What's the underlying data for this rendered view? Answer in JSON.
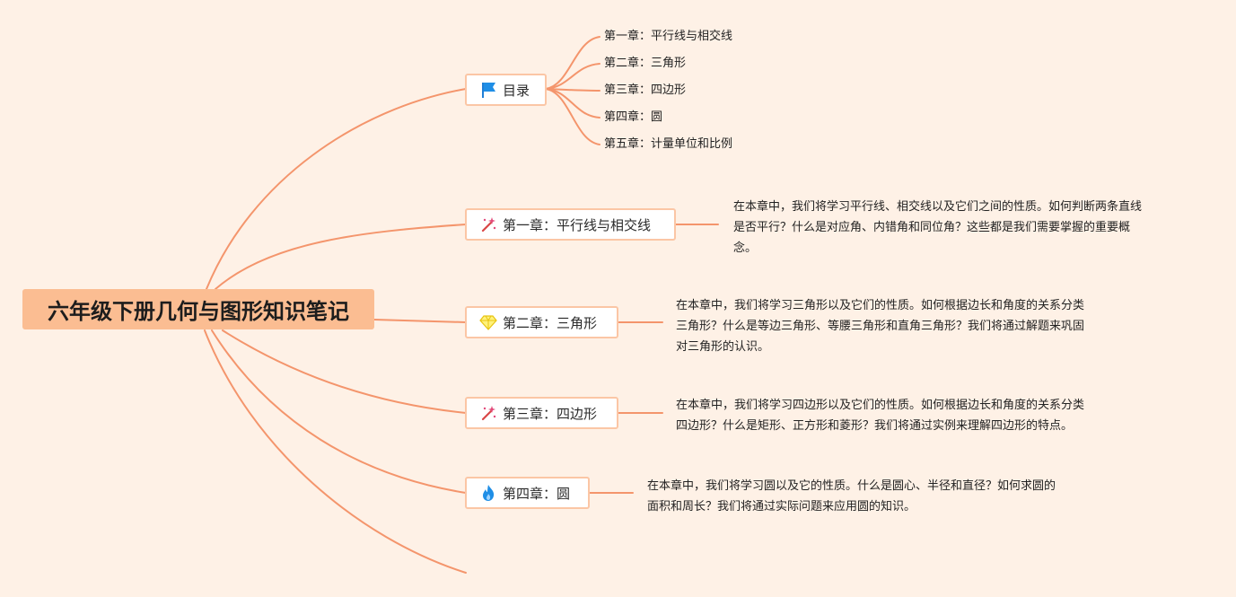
{
  "root": {
    "title": "六年级下册几何与图形知识笔记"
  },
  "colors": {
    "line": "#f4956c",
    "root_fill": "#fbbd92",
    "topic_border": "#fbc6a5",
    "background": "#fef1e6"
  },
  "toc": {
    "label": "目录",
    "icon": "flag-icon",
    "items": [
      "第一章：平行线与相交线",
      "第二章：三角形",
      "第三章：四边形",
      "第四章：圆",
      "第五章：计量单位和比例"
    ]
  },
  "chapters": [
    {
      "label": "第一章：平行线与相交线",
      "icon": "magic-wand-icon",
      "note_lines": [
        "在本章中，我们将学习平行线、相交线以及它们之间的性质。如何判断两条直线",
        "是否平行？什么是对应角、内错角和同位角？这些都是我们需要掌握的重要概",
        "念。"
      ]
    },
    {
      "label": "第二章：三角形",
      "icon": "diamond-icon",
      "note_lines": [
        "在本章中，我们将学习三角形以及它们的性质。如何根据边长和角度的关系分类",
        "三角形？什么是等边三角形、等腰三角形和直角三角形？我们将通过解题来巩固",
        "对三角形的认识。"
      ]
    },
    {
      "label": "第三章：四边形",
      "icon": "magic-wand-icon",
      "note_lines": [
        "在本章中，我们将学习四边形以及它们的性质。如何根据边长和角度的关系分类",
        "四边形？什么是矩形、正方形和菱形？我们将通过实例来理解四边形的特点。"
      ]
    },
    {
      "label": "第四章：圆",
      "icon": "fire-icon",
      "note_lines": [
        "在本章中，我们将学习圆以及它的性质。什么是圆心、半径和直径？如何求圆的",
        "面积和周长？我们将通过实际问题来应用圆的知识。"
      ]
    }
  ]
}
